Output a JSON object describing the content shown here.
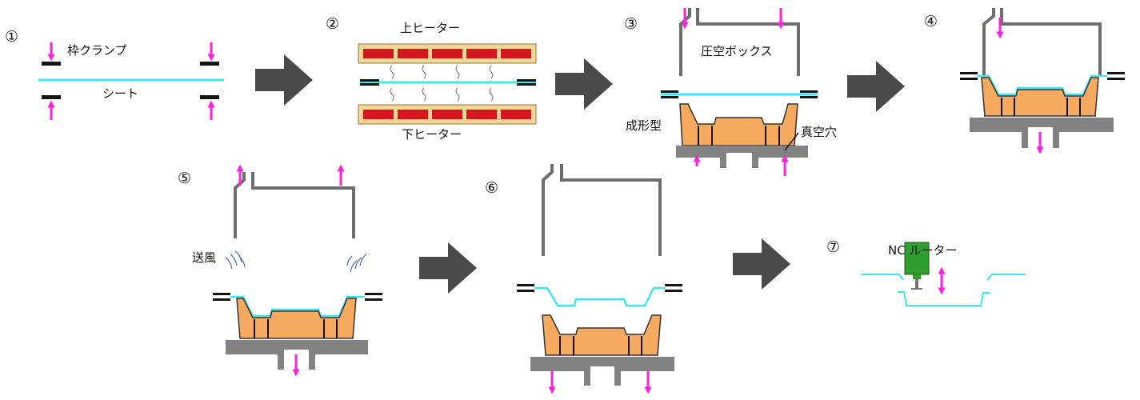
{
  "colors": {
    "sheet": "#3ee6f0",
    "arrow": "#ff22dd",
    "clamp": "#151515",
    "frame": "#6e6e6e",
    "mold": "#f5aa5f",
    "heater_bg": "#f4d594",
    "heater_element": "#d4171e",
    "base": "#828282",
    "big_arrow": "#4a4a4a",
    "router": "#2e9e2e",
    "air": "#3050a8"
  },
  "steps": {
    "s1": {
      "number": "①",
      "clamp_label": "枠クランプ",
      "sheet_label": "シート"
    },
    "s2": {
      "number": "②",
      "top_heater": "上ヒーター",
      "bottom_heater": "下ヒーター"
    },
    "s3": {
      "number": "③",
      "box_label": "圧空ボックス",
      "mold_label": "成形型",
      "hole_label": "真空穴"
    },
    "s4": {
      "number": "④"
    },
    "s5": {
      "number": "⑤",
      "air_label": "送風"
    },
    "s6": {
      "number": "⑥"
    },
    "s7": {
      "number": "⑦",
      "router_label": "NC ルーター"
    }
  }
}
